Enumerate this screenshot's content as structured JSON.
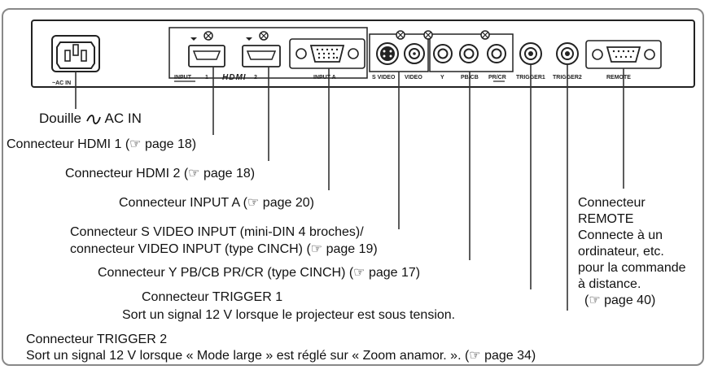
{
  "panel": {
    "ac_in": "~AC IN",
    "input": "INPUT",
    "hdmi1_num": "1",
    "hdmi_logo": "HDMI",
    "hdmi2_num": "2",
    "input_a": "INPUT A",
    "s_video": "S VIDEO",
    "video": "VIDEO",
    "y": "Y",
    "pb_cb": "PB/CB",
    "pr_cr": "PR/CR",
    "trigger1": "TRIGGER1",
    "trigger2": "TRIGGER2",
    "remote": "REMOTE"
  },
  "callouts": {
    "ac_in": {
      "before": "Douille",
      "after": "AC IN"
    },
    "hdmi1": {
      "text": "Connecteur HDMI 1 (",
      "page": "page 18)"
    },
    "hdmi2": {
      "text": "Connecteur HDMI 2 (",
      "page": "page 18)"
    },
    "input_a": {
      "text": "Connecteur INPUT A (",
      "page": "page 20)"
    },
    "svideo_line1": "Connecteur S VIDEO INPUT (mini-DIN 4 broches)/",
    "svideo_line2": {
      "text": "connecteur VIDEO INPUT (type CINCH) (",
      "page": "page 19)"
    },
    "ypbpr": {
      "text": "Connecteur Y PB/CB PR/CR (type CINCH) (",
      "page": "page 17)"
    },
    "trigger1_line1": "Connecteur TRIGGER 1",
    "trigger1_line2": "Sort un signal 12 V lorsque le projecteur est sous tension.",
    "trigger2_line1": "Connecteur TRIGGER 2",
    "trigger2_line2": {
      "text": "Sort un signal 12 V lorsque « Mode large » est réglé sur « Zoom anamor. ». (",
      "page": "page 34)"
    },
    "remote_lines": [
      "Connecteur",
      "REMOTE",
      "Connecte à un",
      "ordinateur, etc.",
      "pour la commande",
      "à distance."
    ],
    "remote_page": {
      "open": "(",
      "page": "page 40)"
    }
  }
}
